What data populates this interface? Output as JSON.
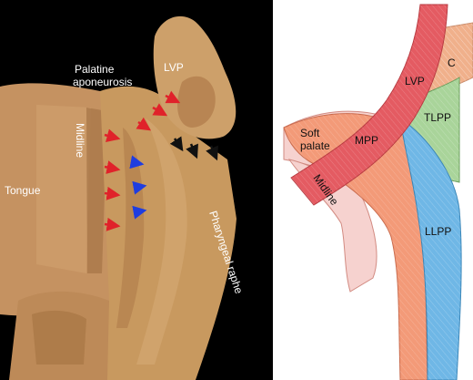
{
  "photo": {
    "labels": {
      "palatine_line1": "Palatine",
      "palatine_line2": "aponeurosis",
      "lvp": "LVP",
      "midline": "Midline",
      "tongue": "Tongue",
      "pharyngeal_raphe": "Pharyngeal raphe"
    },
    "colors": {
      "background": "#000000",
      "tissue": "#c99a64",
      "red_arrow": "#e0222a",
      "blue_arrow": "#1f3de0",
      "black_arrow": "#111111"
    }
  },
  "diagram": {
    "labels": {
      "lvp": "LVP",
      "c": "C",
      "tlpp": "TLPP",
      "mpp": "MPP",
      "soft_line1": "Soft",
      "soft_line2": "palate",
      "midline": "Midline",
      "llpp": "LLPP"
    },
    "colors": {
      "lvp": "#e45b62",
      "c": "#f0b08b",
      "tlpp": "#a9d49a",
      "mpp": "#f39a78",
      "llpp": "#6fb7e6",
      "soft_palate": "#f6d2cf"
    }
  }
}
